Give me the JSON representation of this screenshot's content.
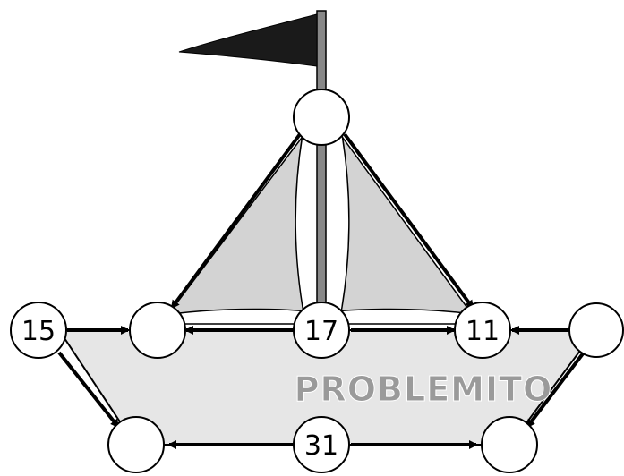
{
  "nodes": {
    "top": "",
    "mid_left": "",
    "mid_center": "17",
    "mid_right": "11",
    "far_left": "15",
    "far_right": "",
    "bottom_left": "",
    "bottom_center": "31",
    "bottom_right": ""
  },
  "watermark": "PROBLEMITO",
  "colors": {
    "stroke": "#000000",
    "sail": "#d3d3d3",
    "hull": "#e6e6e6",
    "flag": "#1a1a1a",
    "mast": "#888888",
    "watermark": "#9a9a9a"
  }
}
